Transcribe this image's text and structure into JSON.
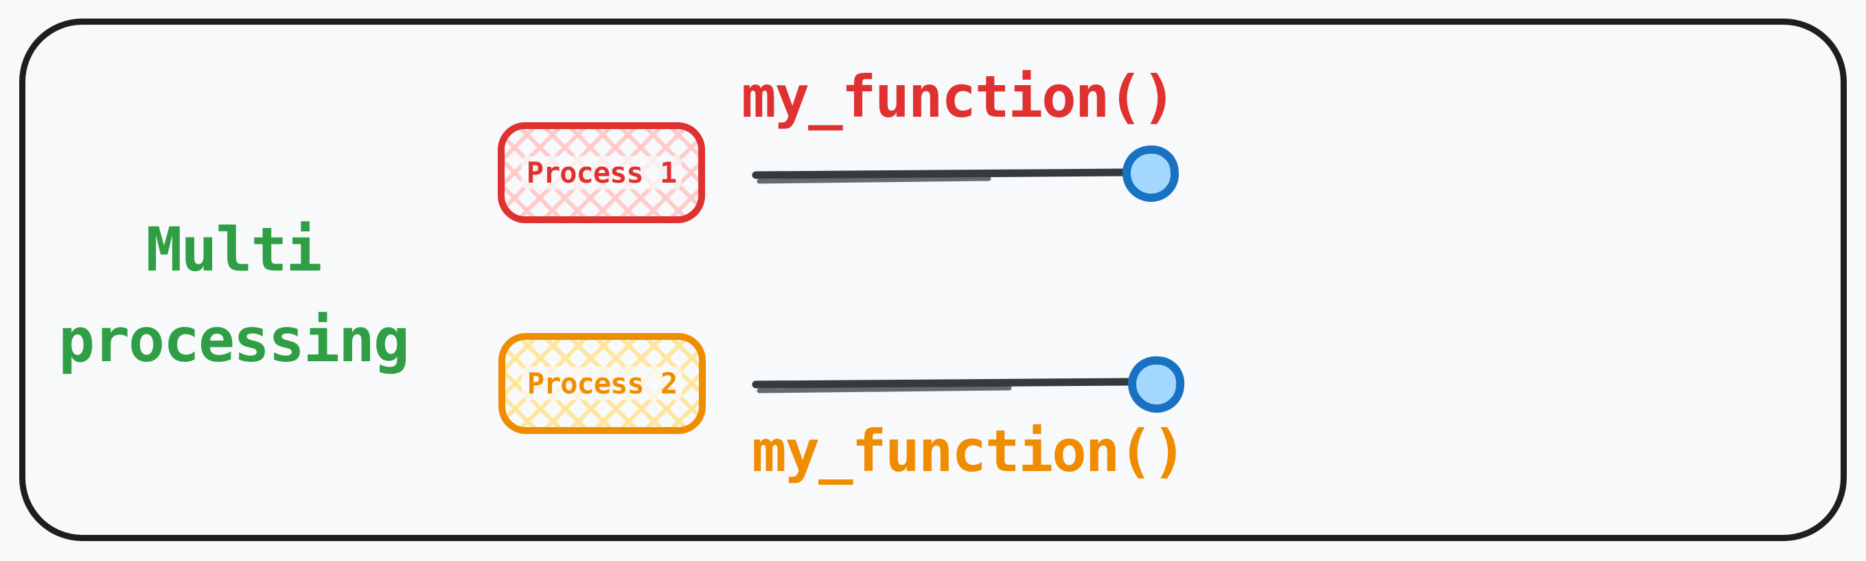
{
  "diagram": {
    "frame": {
      "border_color": "#1e1e1e",
      "background_color": "#f8f9fb"
    },
    "title": {
      "line1": "Multi",
      "line2": "processing",
      "color": "#2f9e44"
    },
    "timeline": {
      "line_color": "#343a40",
      "endpoint_fill": "#a5d8ff",
      "endpoint_stroke": "#1971c2"
    },
    "processes": [
      {
        "label": "Process 1",
        "function_call": "my_function()",
        "accent_color": "#e03131",
        "hatch_color": "#ffc9c9",
        "function_label_position": "above-line"
      },
      {
        "label": "Process 2",
        "function_call": "my_function()",
        "accent_color": "#f08c00",
        "hatch_color": "#ffe599",
        "function_label_position": "below-line"
      }
    ]
  }
}
